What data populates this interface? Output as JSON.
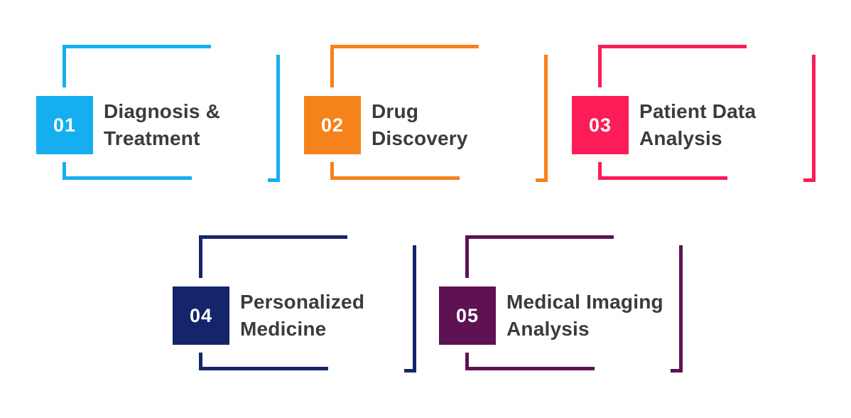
{
  "background_color": "#ffffff",
  "title_text_color": "#3b3b3b",
  "number_text_color": "#ffffff",
  "items": [
    {
      "number": "01",
      "title_lines": [
        "Diagnosis &",
        "Treatment"
      ],
      "color": "#15aff1"
    },
    {
      "number": "02",
      "title_lines": [
        "Drug",
        "Discovery"
      ],
      "color": "#f5821b"
    },
    {
      "number": "03",
      "title_lines": [
        "Patient Data",
        "Analysis"
      ],
      "color": "#fb1c58"
    },
    {
      "number": "04",
      "title_lines": [
        "Personalized",
        "Medicine"
      ],
      "color": "#15256b"
    },
    {
      "number": "05",
      "title_lines": [
        "Medical Imaging",
        "Analysis"
      ],
      "color": "#5e1254"
    }
  ]
}
